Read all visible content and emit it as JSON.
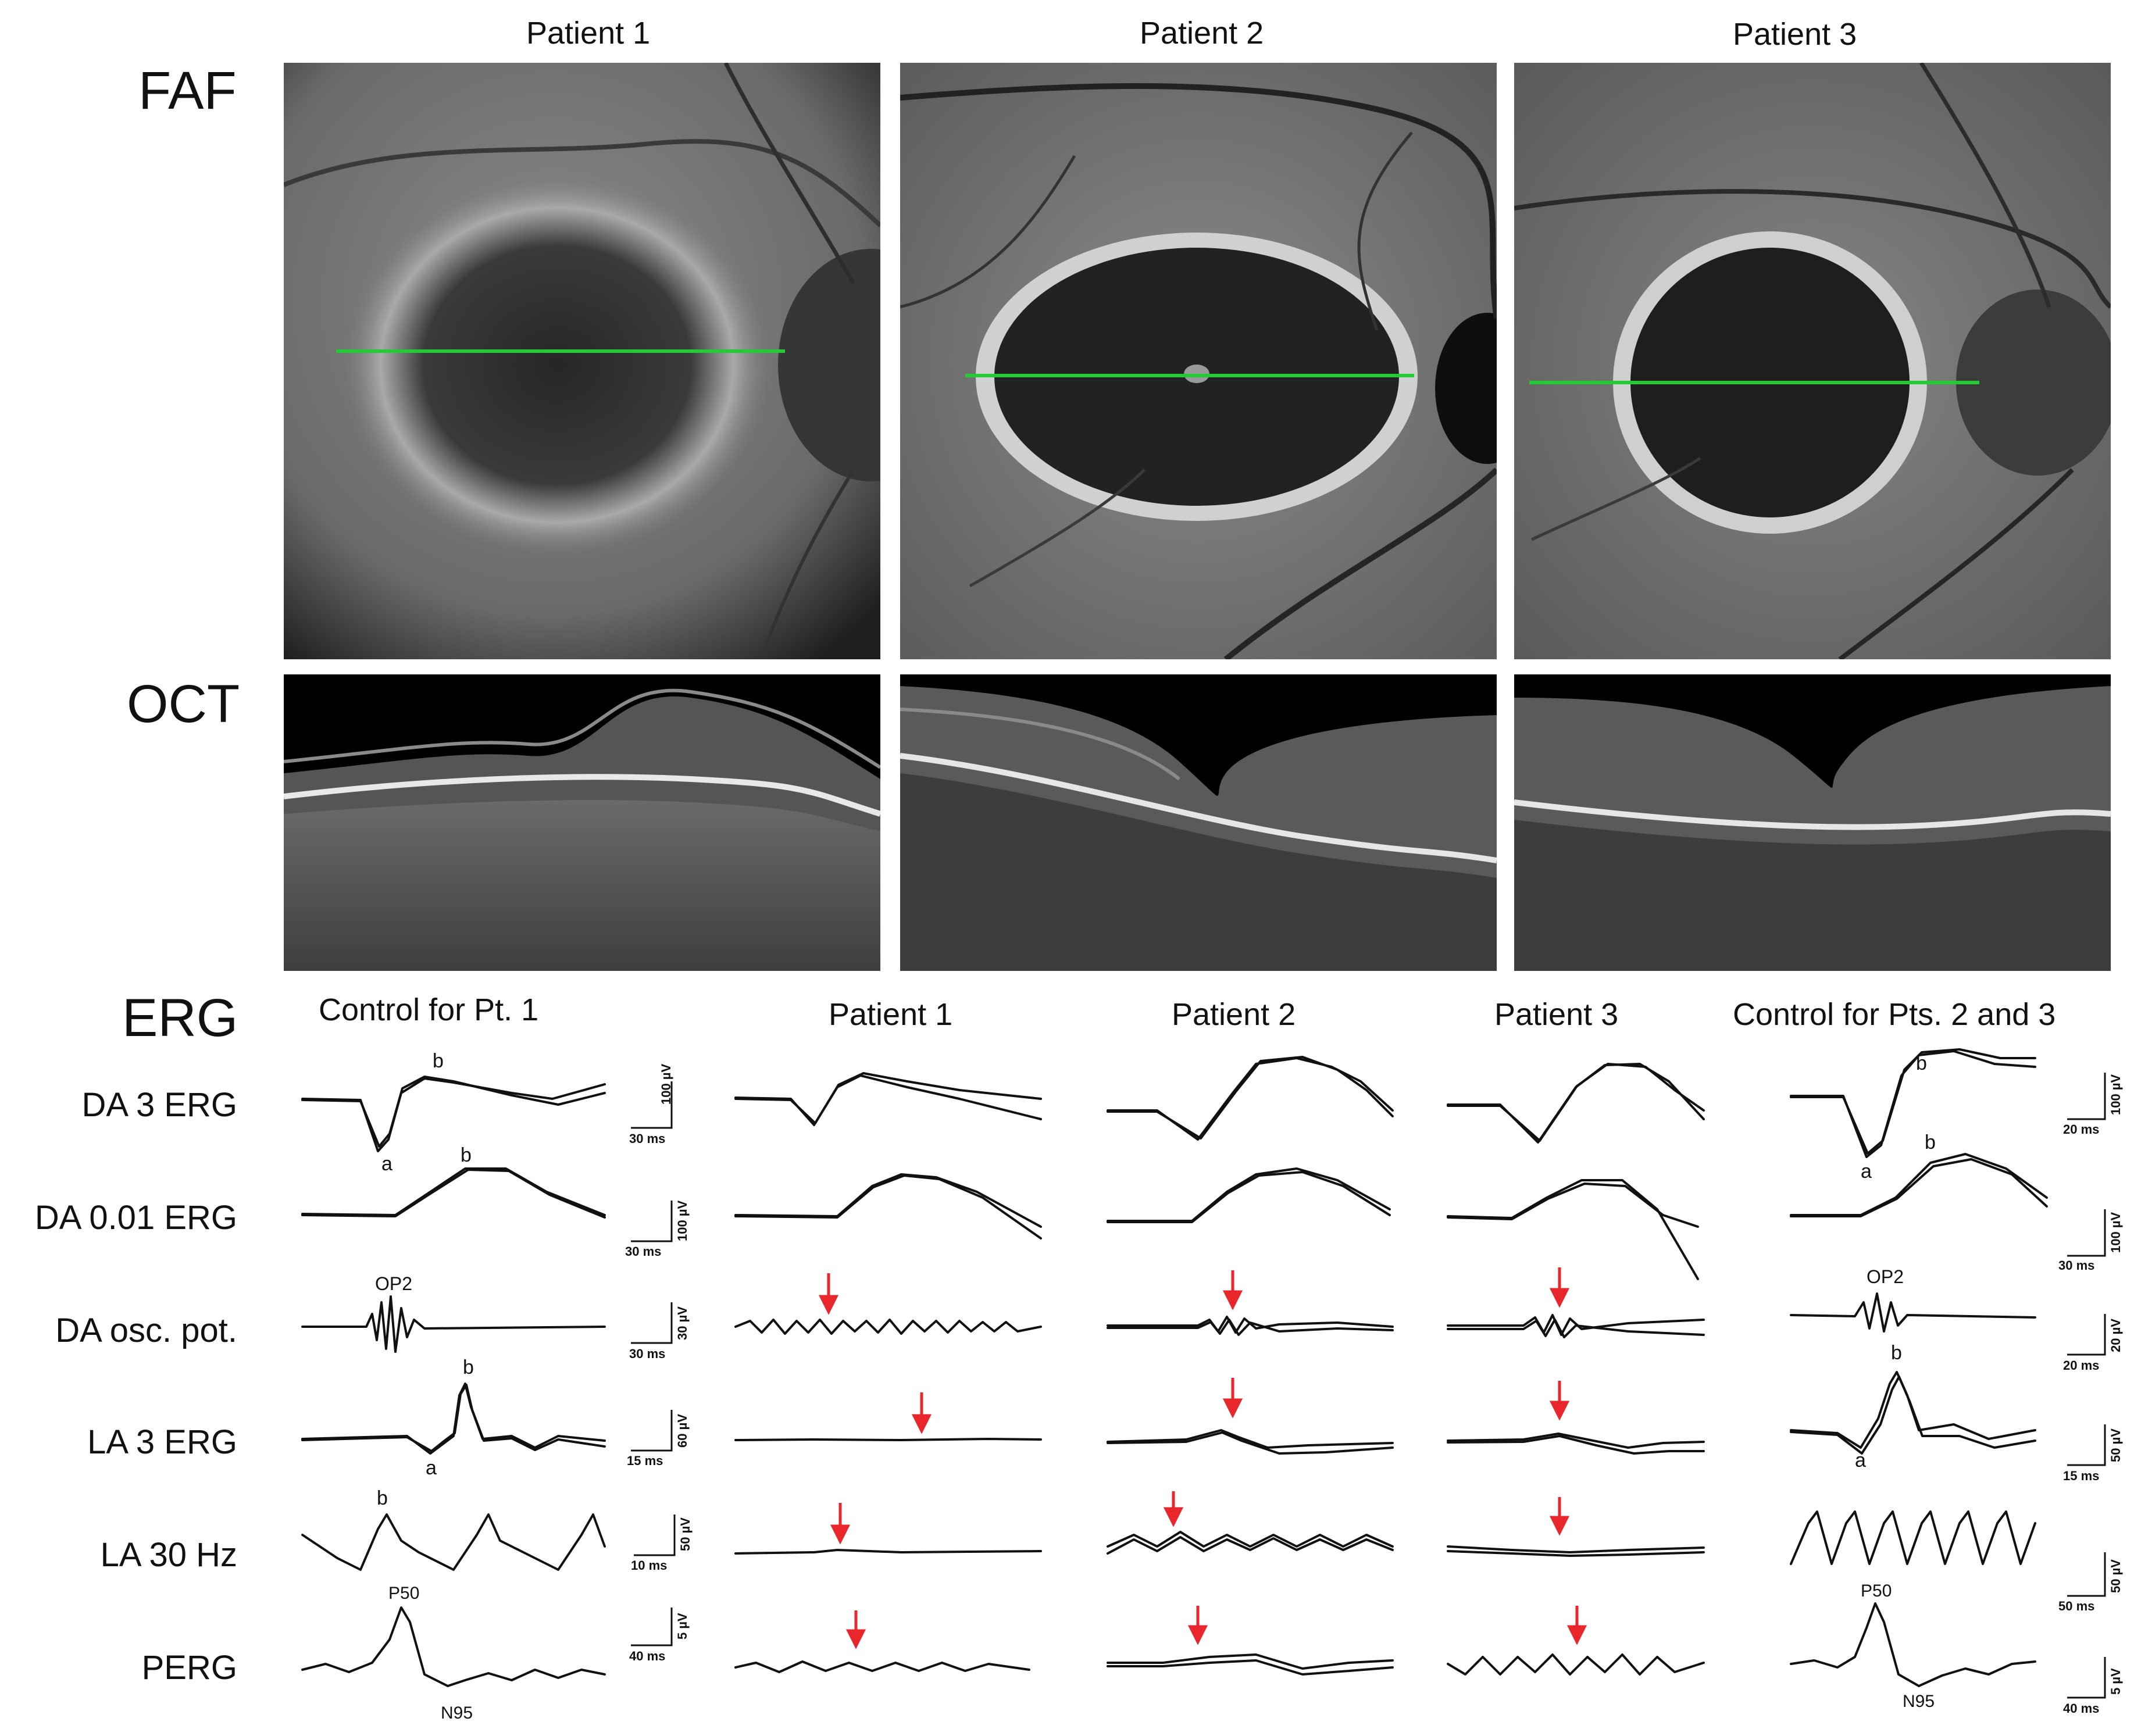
{
  "column_titles": [
    "Patient 1",
    "Patient 2",
    "Patient 3"
  ],
  "section_labels": {
    "faf": "FAF",
    "oct": "OCT",
    "erg": "ERG"
  },
  "image_panels": {
    "faf": [
      "fundus-autofluorescence-patient-1",
      "fundus-autofluorescence-patient-2",
      "fundus-autofluorescence-patient-3"
    ],
    "oct": [
      "oct-scan-patient-1",
      "oct-scan-patient-2",
      "oct-scan-patient-3"
    ]
  },
  "scan_line_color": "#22cc33",
  "erg": {
    "columns": [
      "Control for Pt. 1",
      "Patient 1",
      "Patient 2",
      "Patient 3",
      "Control for Pts. 2 and 3"
    ],
    "rows": [
      "DA 3 ERG",
      "DA 0.01 ERG",
      "DA osc. pot.",
      "LA 3 ERG",
      "LA 30 Hz",
      "PERG"
    ],
    "peak_labels": {
      "b": "b",
      "a": "a",
      "op2": "OP2",
      "p50": "P50",
      "n95": "N95"
    },
    "scale_bars_left": [
      {
        "time": "30 ms",
        "amp": "100 µV"
      },
      {
        "time": "30 ms",
        "amp": "100 µV"
      },
      {
        "time": "30 ms",
        "amp": "30 µV"
      },
      {
        "time": "15 ms",
        "amp": "60 µV"
      },
      {
        "time": "10 ms",
        "amp": "50 µV"
      },
      {
        "time": "40 ms",
        "amp": "5 µV"
      }
    ],
    "scale_bars_right": [
      {
        "time": "20 ms",
        "amp": "100 µV"
      },
      {
        "time": "30 ms",
        "amp": "100 µV"
      },
      {
        "time": "20 ms",
        "amp": "20 µV"
      },
      {
        "time": "15 ms",
        "amp": "50 µV"
      },
      {
        "time": "50 ms",
        "amp": "50 µV"
      },
      {
        "time": "40 ms",
        "amp": "5 µV"
      }
    ],
    "arrow_color": "#e8262b"
  }
}
